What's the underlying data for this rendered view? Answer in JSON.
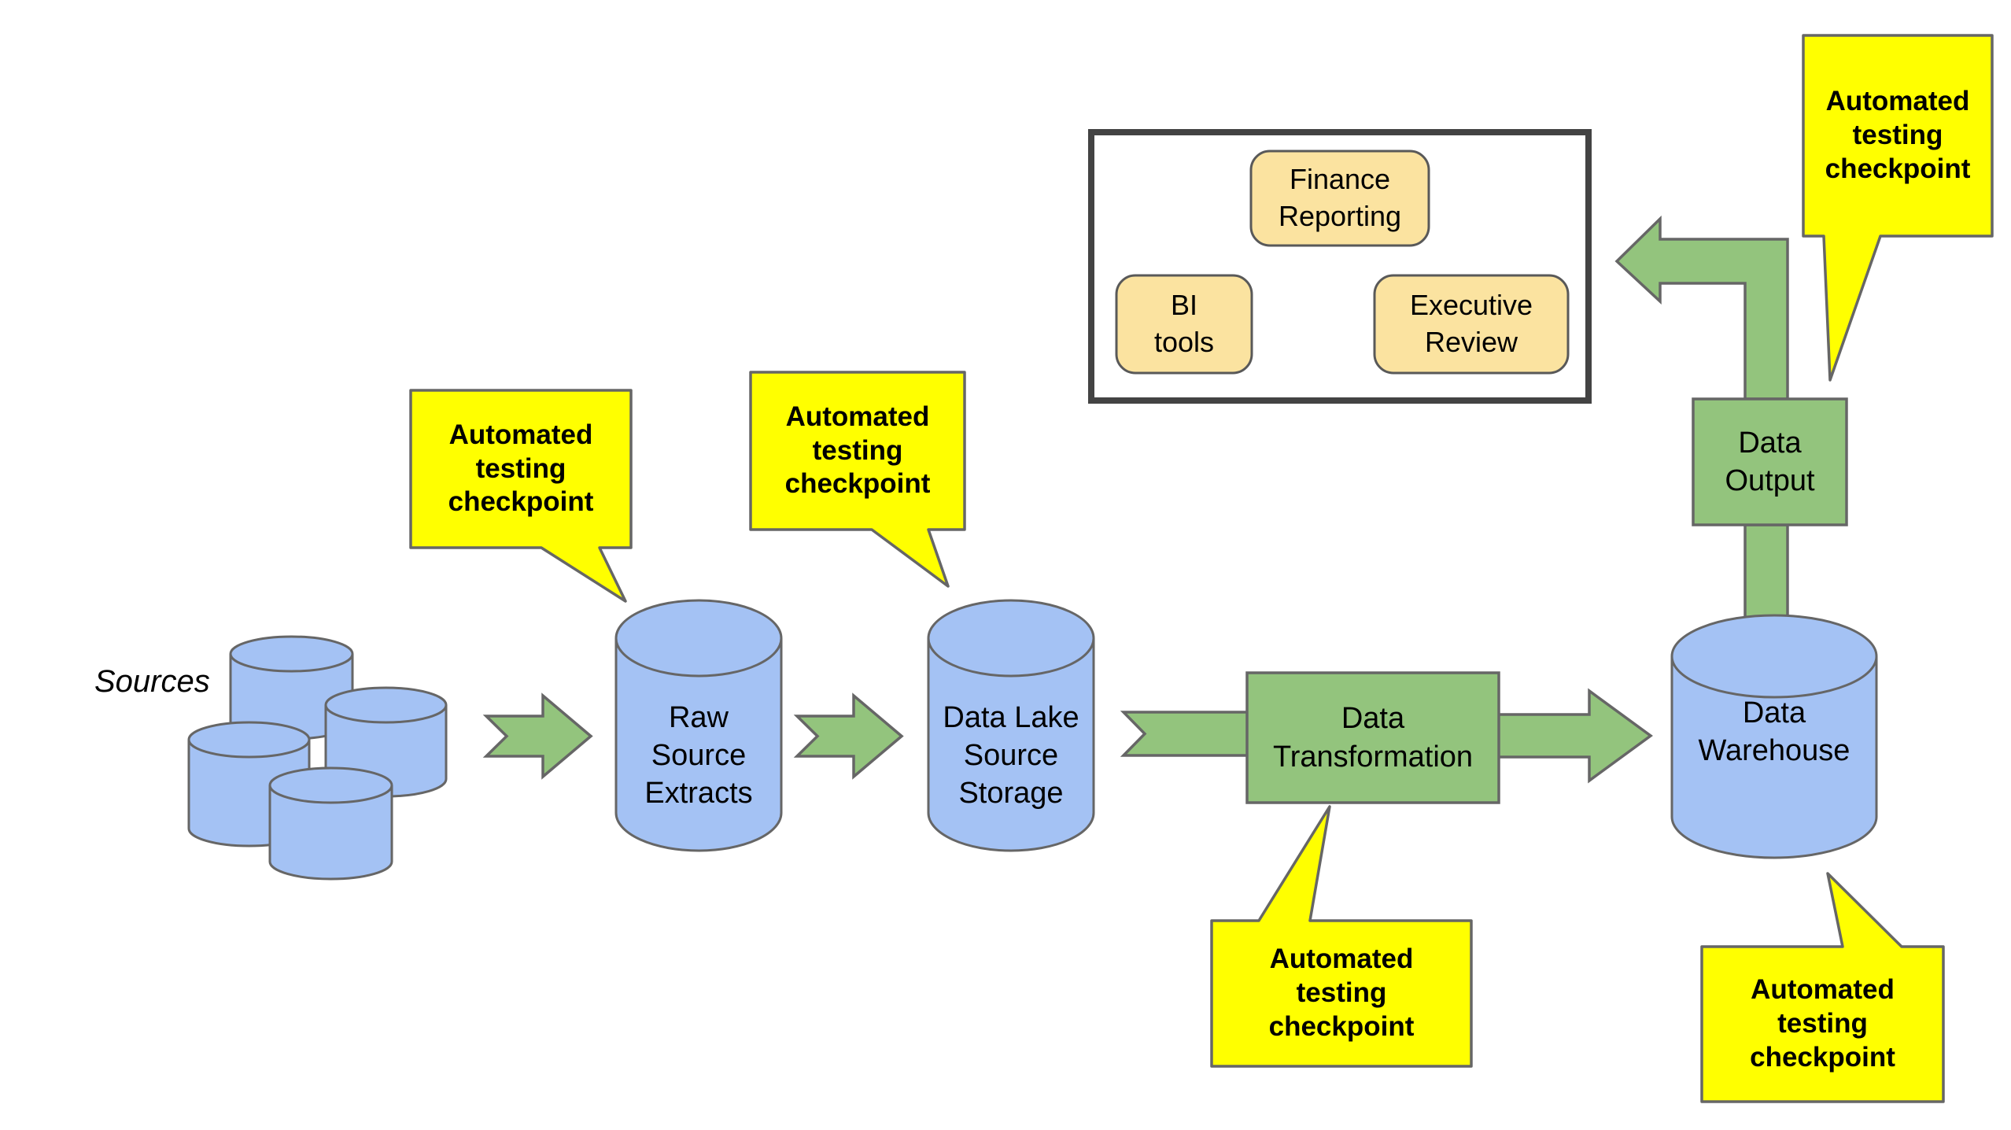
{
  "colors": {
    "cylinder_blue": "#a4c2f4",
    "arrow_green": "#93c47d",
    "callout_yellow": "#ffff00",
    "report_tan": "#fbe3a0",
    "shape_stroke": "#666666",
    "container_border": "#434343"
  },
  "diagram": {
    "sources_label": "Sources",
    "nodes": {
      "raw": {
        "label": "Raw\nSource\nExtracts"
      },
      "lake": {
        "label": "Data Lake\nSource\nStorage"
      },
      "transformation": {
        "label": "Data\nTransformation"
      },
      "warehouse": {
        "label": "Data\nWarehouse"
      },
      "output": {
        "label": "Data\nOutput"
      }
    },
    "reporting": {
      "finance": "Finance\nReporting",
      "bi": "BI\ntools",
      "executive": "Executive\nReview"
    },
    "callouts": [
      {
        "text": "Automated\ntesting\ncheckpoint"
      },
      {
        "text": "Automated\ntesting\ncheckpoint"
      },
      {
        "text": "Automated\ntesting\ncheckpoint"
      },
      {
        "text": "Automated\ntesting\ncheckpoint"
      },
      {
        "text": "Automated\ntesting\ncheckpoint"
      }
    ]
  }
}
